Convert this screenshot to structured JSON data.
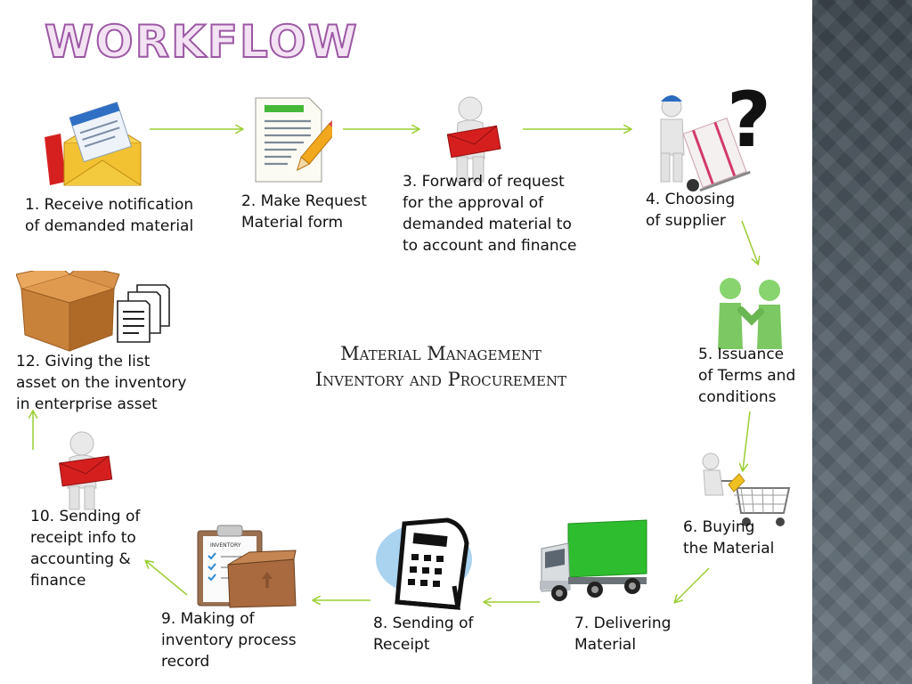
{
  "title": "WORKFLOW",
  "center_label": {
    "line1": "Material Management",
    "line2": "Inventory and Procurement"
  },
  "steps": [
    {
      "text": "1. Receive notification\nof demanded material",
      "icon": "envelope-icon"
    },
    {
      "text": "2. Make Request\nMaterial form",
      "icon": "form-pencil-icon"
    },
    {
      "text": "3. Forward of request\nfor the approval of\ndemanded material to\nto account and finance",
      "icon": "person-envelope-icon"
    },
    {
      "text": "4. Choosing\nof supplier",
      "icon": "person-cart-question-icon"
    },
    {
      "text": "5. Issuance\nof Terms and\nconditions",
      "icon": "handshake-icon"
    },
    {
      "text": "6. Buying\nthe Material",
      "icon": "shopping-cart-icon"
    },
    {
      "text": "7. Delivering\nMaterial",
      "icon": "truck-icon"
    },
    {
      "text": "8. Sending of\nReceipt",
      "icon": "receipt-icon"
    },
    {
      "text": "9. Making of\ninventory process\nrecord",
      "icon": "clipboard-box-icon"
    },
    {
      "text": "10. Sending of\nreceipt info to\naccounting &\nfinance",
      "icon": "person-envelope-icon"
    },
    {
      "text": "12. Giving the list\nasset on the inventory\nin enterprise asset",
      "icon": "box-documents-icon"
    }
  ],
  "colors": {
    "title_fill": "#f3e2f3",
    "title_stroke": "#9b58a3",
    "arrow": "#9acd32",
    "side_panel": "#56616a"
  }
}
